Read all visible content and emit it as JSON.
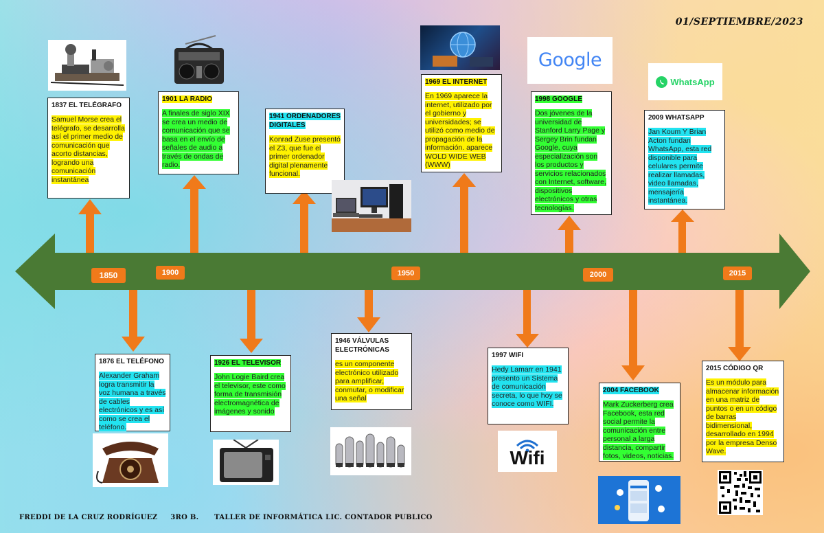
{
  "date": "01/SEPTIEMBRE/2023",
  "footer": "FREDDI DE LA CRUZ RODRÍGUEZ     3RO B.      TALLER DE INFORMÁTICA LIC. CONTADOR PUBLICO",
  "years": [
    "1850",
    "1900",
    "1950",
    "2000",
    "2015"
  ],
  "logos": {
    "google": "Google",
    "whatsapp": "WhatsApp",
    "wifi": "Wifi"
  },
  "events": {
    "telegrafo": {
      "title": "1837 EL TELÉGRAFO",
      "body": "Samuel Morse crea el telégrafo, se desarrolla así el primer medio de comunicación que acorto distancias, logrando una comunicación instantánea"
    },
    "radio": {
      "title": "1901 LA RADIO",
      "body": "A finales de siglo XIX se crea un medio de comunicación que se basa en el envío de señales de audio a través de ondas de radio."
    },
    "ordenadores": {
      "title": "1941 ORDENADORES DIGITALES",
      "body": "Konrad Zuse presentó el Z3, que fue el primer ordenador digital plenamente funcional."
    },
    "internet": {
      "title": "1969 EL INTERNET",
      "body": "En 1969 aparece la internet, utilizado por el gobierno y universidades; se utilizó como medio de propagación de la información. aparece WOLD WIDE WEB (WWW)"
    },
    "google": {
      "title": "1998 GOOGLE",
      "body": "Dos jóvenes de la universidad de Stanford Larry Page y Sergey Brin fundan Google, cuya especialización son los productos y servicios relacionados con Internet, software, dispositivos electrónicos y otras tecnologías."
    },
    "whatsapp": {
      "title": "2009 WHATSAPP",
      "body": "Jan Koum Y Brian Acton fundan WhatsApp, esta red disponible para celulares permite realizar llamadas, video llamadas, mensajería instantánea."
    },
    "telefono": {
      "title": "1876 EL TELÉFONO",
      "body": "Alexander Graham logra transmitir la voz humana a través de cables electrónicos y es así como se crea el teléfono."
    },
    "televisor": {
      "title": "1926 EL TELEVISOR",
      "body": "John Logie Baird crea el televisor, este como forma de transmisión electromagnética de imágenes y sonido"
    },
    "valvulas": {
      "title": "1946 VÁLVULAS ELECTRÓNICAS",
      "body": "es un componente electrónico utilizado para amplificar, conmutar, o modificar una señal"
    },
    "wifi": {
      "title": "1997 WIFI",
      "body": "Hedy Lamarr en 1941 presento un Sistema de comunicación secreta, lo que hoy se conoce como WIFI."
    },
    "facebook": {
      "title": "2004 FACEBOOK",
      "body": "Mark Zuckerberg crea Facebook, esta red social permite la comunicación entre personal a larga distancia, compartir fotos, videos, noticias."
    },
    "qr": {
      "title": "2015 CÓDIGO QR",
      "body": "Es un módulo para almacenar información en una matriz de puntos o en un código de barras bidimensional, desarrollado en 1994 por la empresa Denso Wave."
    }
  },
  "colors": {
    "timeline": "#4a7a34",
    "arrows": "#f07a1a",
    "highlight_yellow": "#fff200",
    "highlight_green": "#33ff33",
    "highlight_cyan": "#22e3f0"
  }
}
